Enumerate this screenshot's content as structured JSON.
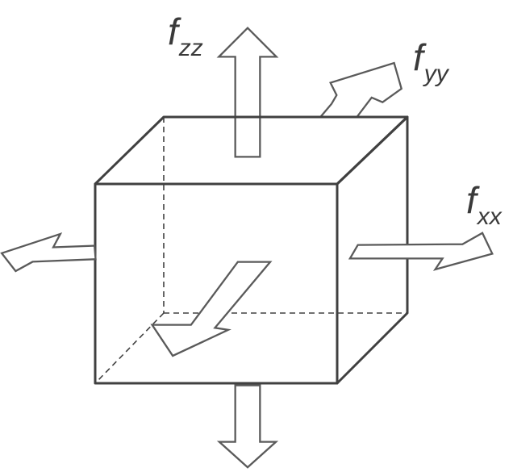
{
  "labels": {
    "fzz": {
      "main": "f",
      "sub": "zz"
    },
    "fyy": {
      "main": "f",
      "sub": "yy"
    },
    "fxx": {
      "main": "f",
      "sub": "xx"
    }
  },
  "colors": {
    "stroke": "#404040",
    "arrow": "#5a5a5a",
    "text": "#3a3a3a",
    "background": "#ffffff"
  }
}
